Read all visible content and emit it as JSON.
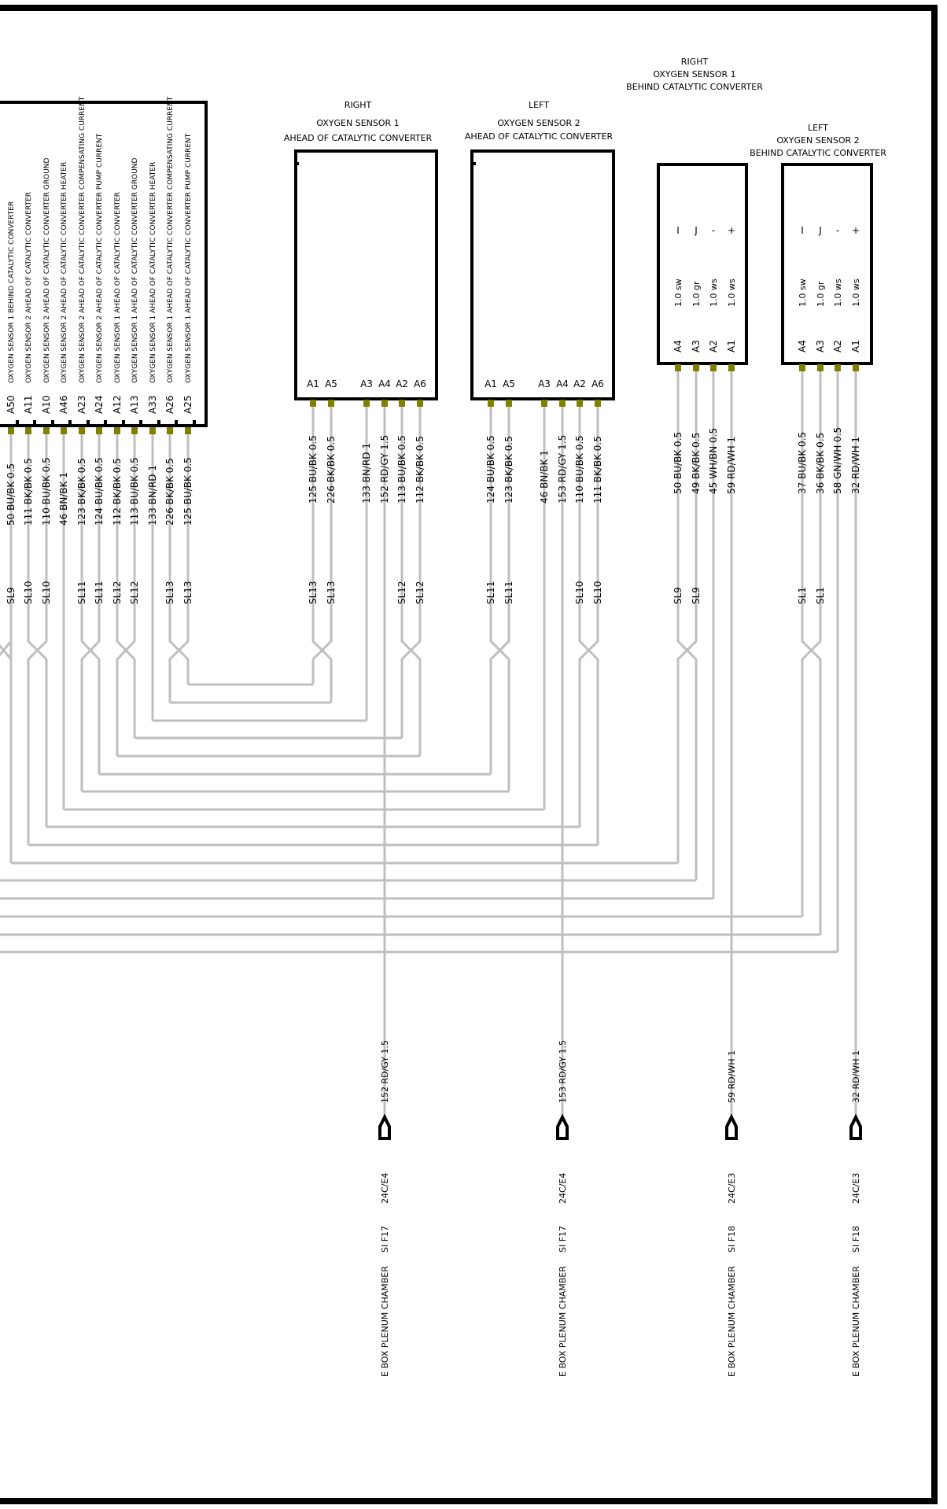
{
  "colors": {
    "wire": "#bfbfbf",
    "pin": "#808000",
    "frame": "#000000",
    "background": "#ffffff"
  },
  "control_unit": {
    "pins": [
      {
        "pin": "A50",
        "function": "OXYGEN SENSOR 1 BEHIND CATALYTIC CONVERTER",
        "wire": "50 BU/BK 0.5",
        "splice": "SL9"
      },
      {
        "pin": "A11",
        "function": "OXYGEN SENSOR 2 AHEAD OF CATALYTIC CONVERTER",
        "wire": "111 BK/BK 0.5",
        "splice": "SL10"
      },
      {
        "pin": "A10",
        "function": "OXYGEN SENSOR 2 AHEAD OF CATALYTIC CONVERTER GROUND",
        "wire": "110 BU/BK 0.5",
        "splice": "SL10"
      },
      {
        "pin": "A46",
        "function": "OXYGEN SENSOR 2 AHEAD OF CATALYTIC CONVERTER HEATER",
        "wire": "46 BN/BK 1",
        "splice": ""
      },
      {
        "pin": "A23",
        "function": "OXYGEN SENSOR 2 AHEAD OF CATALYTIC CONVERTER COMPENSATING CURRENT",
        "wire": "123 BK/BK 0.5",
        "splice": "SL11"
      },
      {
        "pin": "A24",
        "function": "OXYGEN SENSOR 2 AHEAD OF CATALYTIC CONVERTER PUMP CURRENT",
        "wire": "124 BU/BK 0.5",
        "splice": "SL11"
      },
      {
        "pin": "A12",
        "function": "OXYGEN SENSOR 1 AHEAD OF CATALYTIC CONVERTER",
        "wire": "112 BK/BK 0.5",
        "splice": "SL12"
      },
      {
        "pin": "A13",
        "function": "OXYGEN SENSOR 1 AHEAD OF CATALYTIC CONVERTER GROUND",
        "wire": "113 BU/BK 0.5",
        "splice": "SL12"
      },
      {
        "pin": "A33",
        "function": "OXYGEN SENSOR 1 AHEAD OF CATALYTIC CONVERTER HEATER",
        "wire": "133 BN/RD 1",
        "splice": ""
      },
      {
        "pin": "A26",
        "function": "OXYGEN SENSOR 1 AHEAD OF CATALYTIC CONVERTER COMPENSATING CURRENT",
        "wire": "226 BK/BK 0.5",
        "splice": "SL13"
      },
      {
        "pin": "A25",
        "function": "OXYGEN SENSOR 1 AHEAD OF CATALYTIC CONVERTER PUMP CURRENT",
        "wire": "125 BU/BK 0.5",
        "splice": "SL13"
      }
    ]
  },
  "sensors": [
    {
      "title": [
        "RIGHT",
        "OXYGEN SENSOR 1",
        "AHEAD OF CATALYTIC CONVERTER"
      ],
      "pins": [
        {
          "pin": "A1",
          "wire": "125 BU/BK 0.5",
          "splice": "SL13"
        },
        {
          "pin": "A5",
          "wire": "226 BK/BK 0.5",
          "splice": "SL13"
        },
        {
          "pin": "A3",
          "wire": "133 BN/RD 1",
          "splice": ""
        },
        {
          "pin": "A4",
          "wire": "152 RD/GY 1.5",
          "splice": ""
        },
        {
          "pin": "A2",
          "wire": "113 BU/BK 0.5",
          "splice": "SL12"
        },
        {
          "pin": "A6",
          "wire": "112 BK/BK 0.5",
          "splice": "SL12"
        }
      ]
    },
    {
      "title": [
        "LEFT",
        "OXYGEN SENSOR 2",
        "AHEAD OF CATALYTIC CONVERTER"
      ],
      "pins": [
        {
          "pin": "A1",
          "wire": "124 BU/BK 0.5",
          "splice": "SL11"
        },
        {
          "pin": "A5",
          "wire": "123 BK/BK 0.5",
          "splice": "SL11"
        },
        {
          "pin": "A3",
          "wire": "46 BN/BK 1",
          "splice": ""
        },
        {
          "pin": "A4",
          "wire": "153 RD/GY 1.5",
          "splice": ""
        },
        {
          "pin": "A2",
          "wire": "110 BU/BK 0.5",
          "splice": "SL10"
        },
        {
          "pin": "A6",
          "wire": "111 BK/BK 0.5",
          "splice": "SL10"
        }
      ]
    },
    {
      "title": [
        "RIGHT",
        "OXYGEN SENSOR 1",
        "BEHIND CATALYTIC CONVERTER"
      ],
      "pins": [
        {
          "pin": "A4",
          "symbol": "I",
          "inner": "1.0 sw",
          "wire": "50 BU/BK 0.5",
          "splice": "SL9"
        },
        {
          "pin": "A3",
          "symbol": "J",
          "inner": "1.0 gr",
          "wire": "49 BK/BK 0.5",
          "splice": "SL9"
        },
        {
          "pin": "A2",
          "symbol": "-",
          "inner": "1.0 ws",
          "wire": "45 WH/BN 0.5",
          "splice": ""
        },
        {
          "pin": "A1",
          "symbol": "+",
          "inner": "1.0 ws",
          "wire": "59 RD/WH 1",
          "splice": ""
        }
      ]
    },
    {
      "title": [
        "LEFT",
        "OXYGEN SENSOR 2",
        "BEHIND CATALYTIC CONVERTER"
      ],
      "pins": [
        {
          "pin": "A4",
          "symbol": "I",
          "inner": "1.0 sw",
          "wire": "37 BU/BK 0.5",
          "splice": "SL1"
        },
        {
          "pin": "A3",
          "symbol": "J",
          "inner": "1.0 gr",
          "wire": "36 BK/BK 0.5",
          "splice": "SL1"
        },
        {
          "pin": "A2",
          "symbol": "-",
          "inner": "1.0 ws",
          "wire": "58 GN/WH 0.5",
          "splice": ""
        },
        {
          "pin": "A1",
          "symbol": "+",
          "inner": "1.0 ws",
          "wire": "32 RD/WH 1",
          "splice": ""
        }
      ]
    }
  ],
  "fuse_connections": [
    {
      "wire": "152 RD/GY 1.5",
      "ref": "24C/E4",
      "fuse": "SI F17",
      "location": "E BOX PLENUM CHAMBER"
    },
    {
      "wire": "153 RD/GY 1.5",
      "ref": "24C/E4",
      "fuse": "SI F17",
      "location": "E BOX PLENUM CHAMBER"
    },
    {
      "wire": "59 RD/WH 1",
      "ref": "24C/E3",
      "fuse": "SI F18",
      "location": "E BOX PLENUM CHAMBER"
    },
    {
      "wire": "32 RD/WH 1",
      "ref": "24C/E3",
      "fuse": "SI F18",
      "location": "E BOX PLENUM CHAMBER"
    }
  ]
}
